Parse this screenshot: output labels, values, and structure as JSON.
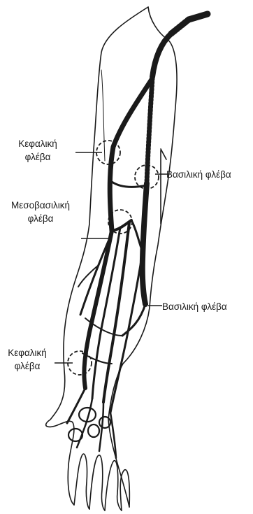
{
  "labels": {
    "cephalic_upper": [
      "Κεφαλική",
      "φλέβα"
    ],
    "basilic_upper": "Βασιλική φλέβα",
    "median_basilic": [
      "Μεσοβασιλική",
      "φλέβα"
    ],
    "basilic_lower": "Βασιλική φλέβα",
    "cephalic_lower": [
      "Κεφαλική",
      "φλέβα"
    ]
  },
  "colors": {
    "ink": "#1a1a1a",
    "background": "#ffffff"
  }
}
